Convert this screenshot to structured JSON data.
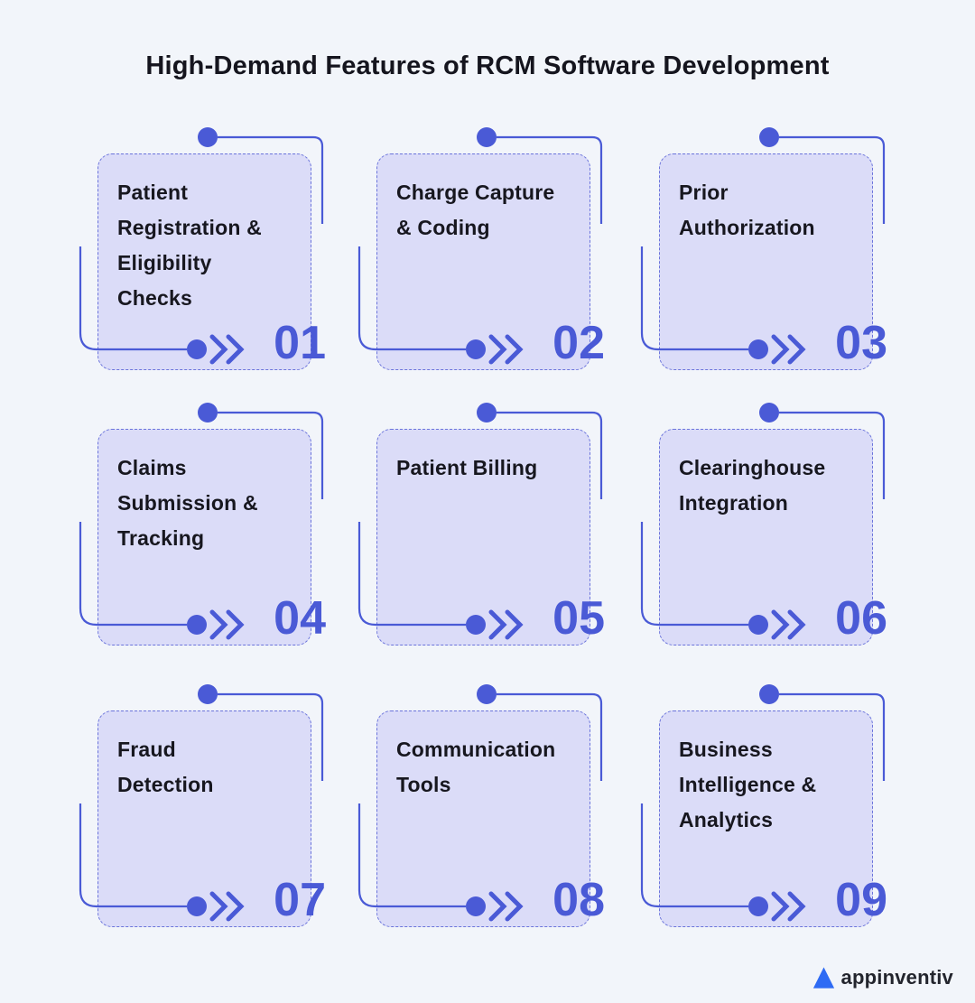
{
  "page": {
    "title": "High-Demand Features of RCM Software Development"
  },
  "colors": {
    "page-bg": "#f2f5fa",
    "accent": "#4a5ad6",
    "card-fill": "#dbdcf8",
    "card-border": "#6b74db",
    "title-text": "#15151e",
    "card-text": "#17171f",
    "logo-blue": "#2e6bf4",
    "logo-text": "#23252d"
  },
  "cards": [
    {
      "number": "01",
      "title": "Patient\nRegistration &\nEligibility\nChecks"
    },
    {
      "number": "02",
      "title": "Charge Capture\n& Coding"
    },
    {
      "number": "03",
      "title": "Prior\nAuthorization"
    },
    {
      "number": "04",
      "title": "Claims\nSubmission &\nTracking"
    },
    {
      "number": "05",
      "title": "Patient Billing"
    },
    {
      "number": "06",
      "title": "Clearinghouse\nIntegration"
    },
    {
      "number": "07",
      "title": "Fraud\nDetection"
    },
    {
      "number": "08",
      "title": "Communication\nTools"
    },
    {
      "number": "09",
      "title": "Business\nIntelligence &\nAnalytics"
    }
  ],
  "logo": {
    "brand": "appinventiv"
  }
}
